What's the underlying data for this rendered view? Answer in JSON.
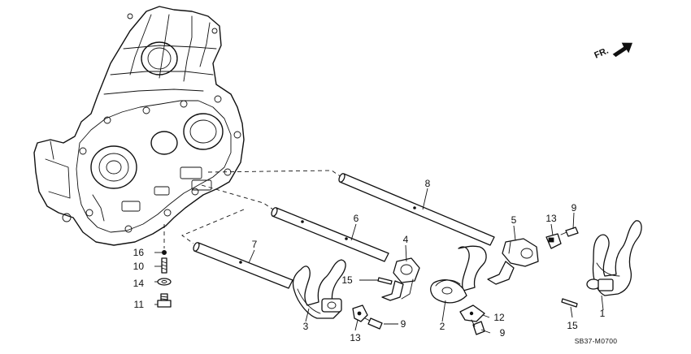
{
  "diagram_code": "SB37-M0700",
  "direction_label": "FR.",
  "callouts": [
    {
      "id": "c1",
      "label": "1"
    },
    {
      "id": "c2",
      "label": "2"
    },
    {
      "id": "c3",
      "label": "3"
    },
    {
      "id": "c4",
      "label": "4"
    },
    {
      "id": "c5",
      "label": "5"
    },
    {
      "id": "c6",
      "label": "6"
    },
    {
      "id": "c7",
      "label": "7"
    },
    {
      "id": "c8",
      "label": "8"
    },
    {
      "id": "c9a",
      "label": "9"
    },
    {
      "id": "c9b",
      "label": "9"
    },
    {
      "id": "c9c",
      "label": "9"
    },
    {
      "id": "c10",
      "label": "10"
    },
    {
      "id": "c11",
      "label": "11"
    },
    {
      "id": "c12",
      "label": "12"
    },
    {
      "id": "c13a",
      "label": "13"
    },
    {
      "id": "c13b",
      "label": "13"
    },
    {
      "id": "c14",
      "label": "14"
    },
    {
      "id": "c15a",
      "label": "15"
    },
    {
      "id": "c15b",
      "label": "15"
    },
    {
      "id": "c16",
      "label": "16"
    }
  ]
}
